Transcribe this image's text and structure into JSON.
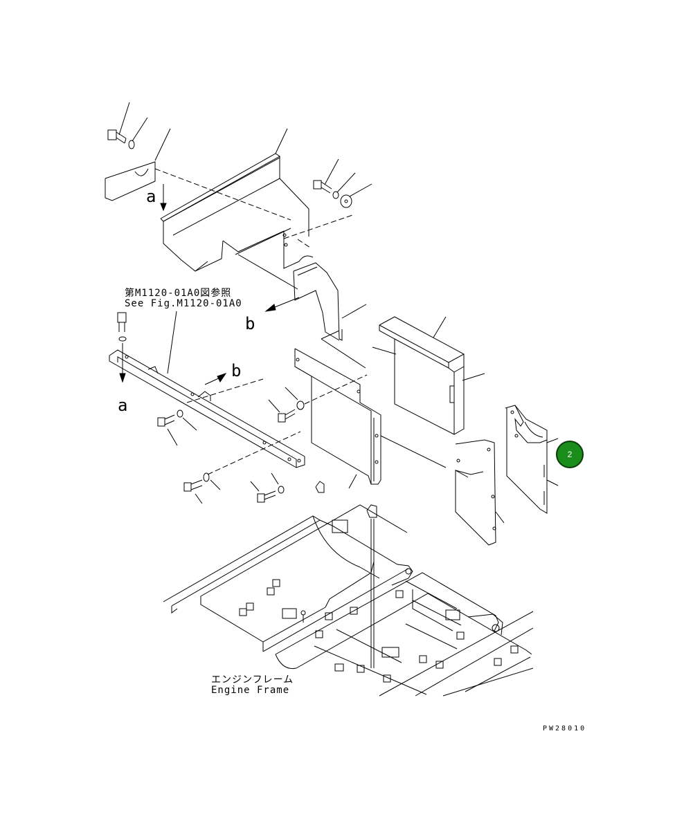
{
  "drawing": {
    "ref_jp": "第M1120-01A0図参照",
    "ref_en": "See Fig.M1120-01A0",
    "frame_jp": "エンジンフレーム",
    "frame_en": "Engine Frame",
    "drawing_code": "PW28010"
  },
  "view_markers": {
    "a_top": "a",
    "a_bottom": "a",
    "b_left": "b",
    "b_right": "b"
  },
  "callout": {
    "number": "2",
    "color": "#1a8c1a"
  }
}
